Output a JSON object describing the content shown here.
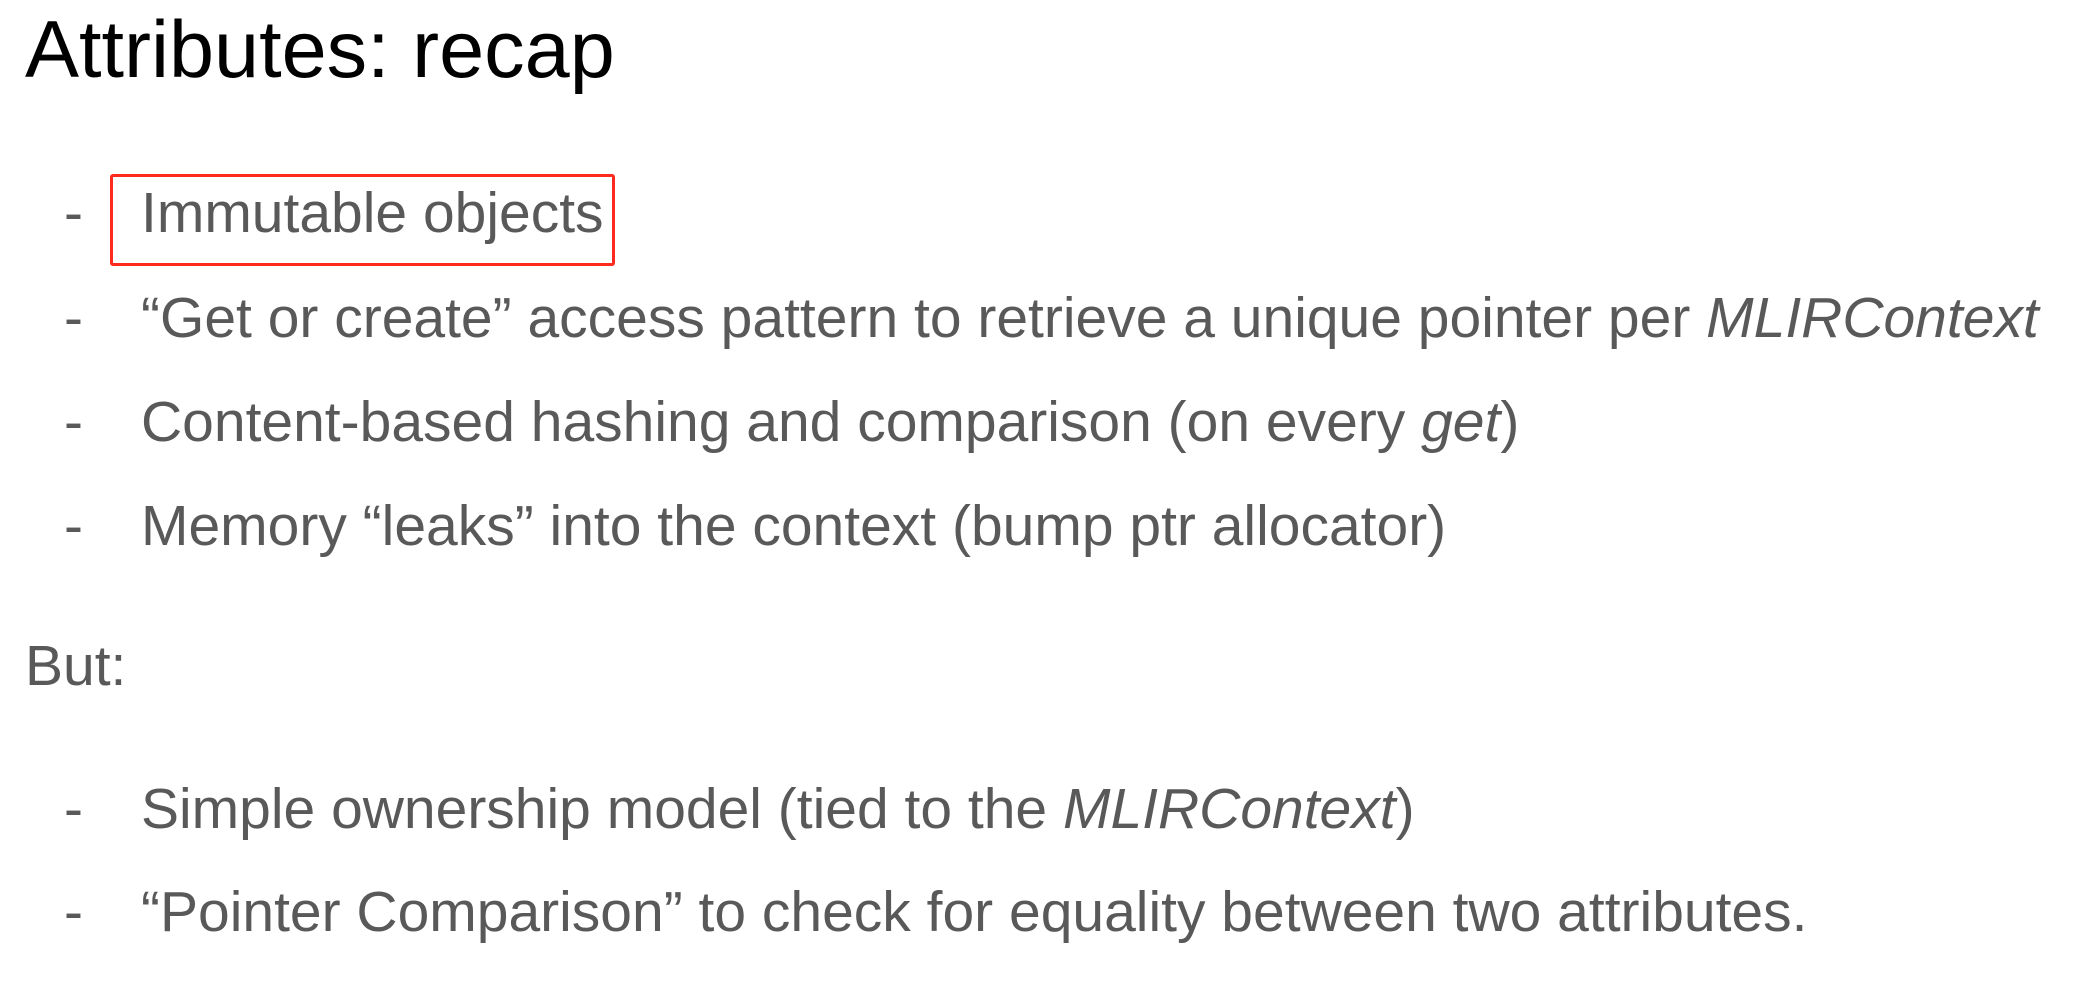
{
  "title": "Attributes: recap",
  "bullet_marker": "-",
  "recap_items": [
    {
      "text": "Immutable objects"
    },
    {
      "pre": "“Get or create” access pattern to retrieve a unique pointer per ",
      "em": "MLIRContext",
      "post": ""
    },
    {
      "pre": "Content-based hashing and comparison (on every ",
      "em": "get",
      "post": ")"
    },
    {
      "text": "Memory “leaks” into the context (bump ptr allocator)"
    }
  ],
  "but_label": "But:",
  "but_items": [
    {
      "pre": "Simple ownership model (tied to the ",
      "em": "MLIRContext",
      "post": ")"
    },
    {
      "text": "“Pointer Comparison” to check for equality between two attributes."
    }
  ],
  "highlight_color": "#ff2a1f"
}
